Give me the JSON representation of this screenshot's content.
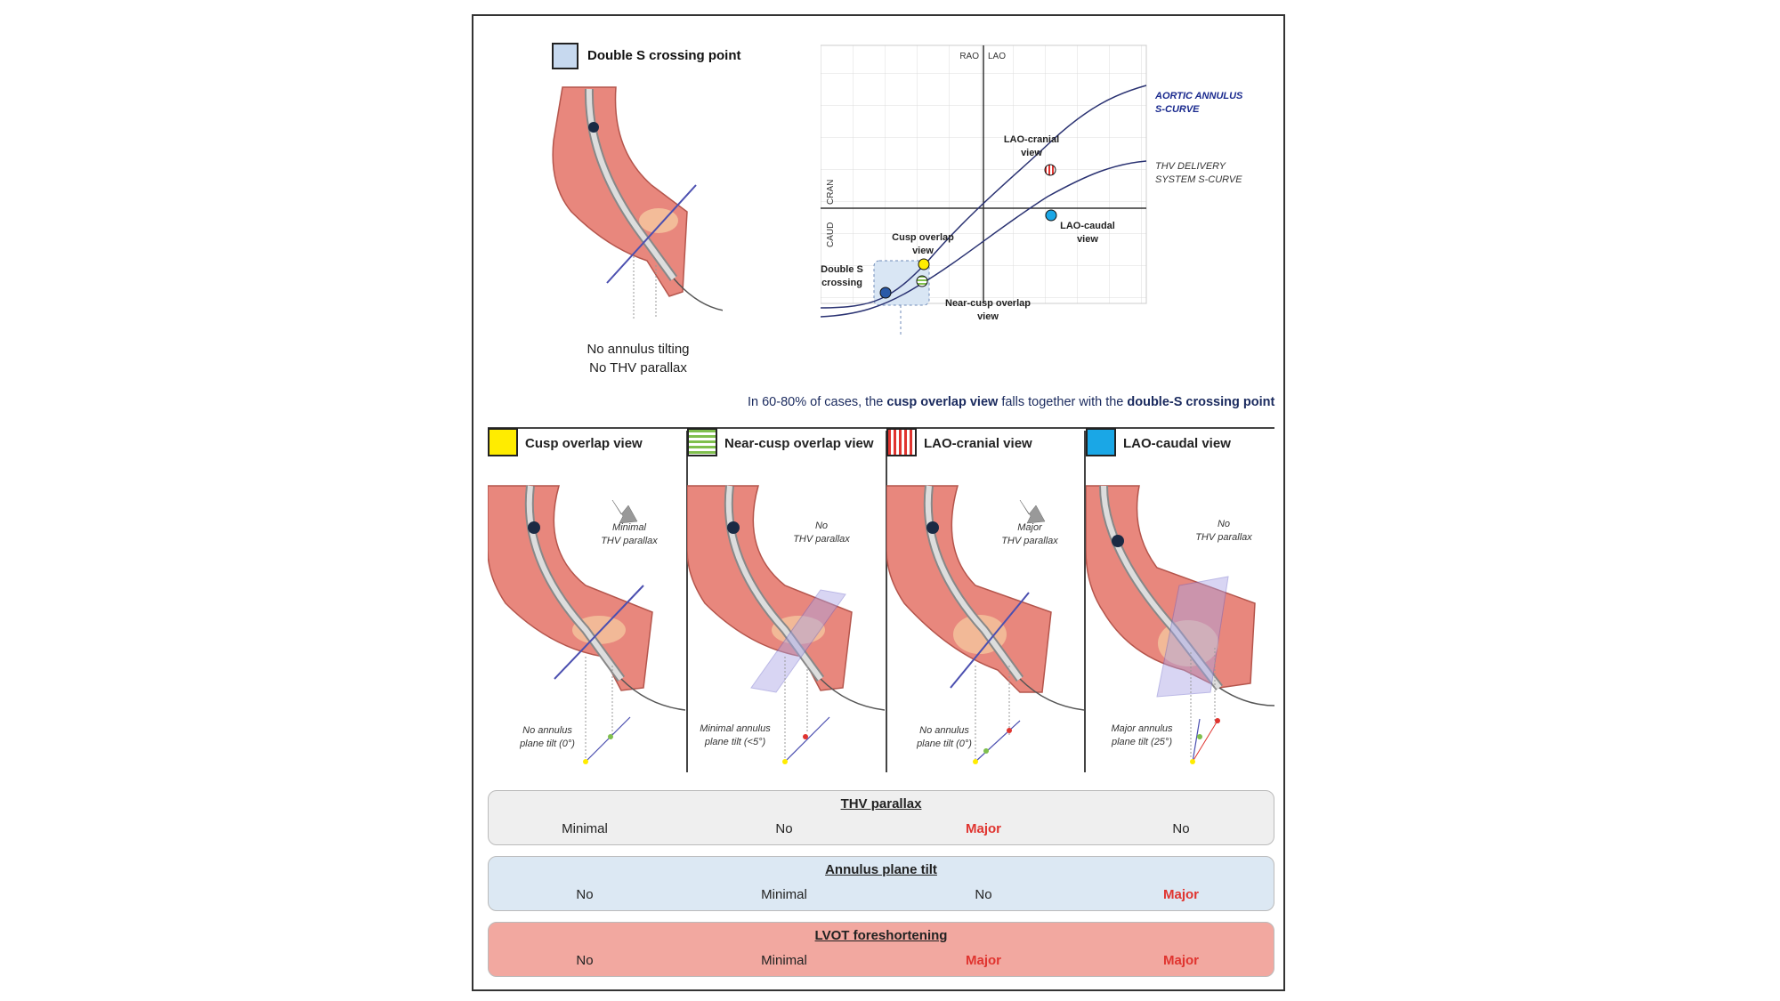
{
  "top_left": {
    "legend_label": "Double S crossing point",
    "caption_lines": [
      "No annulus tilting",
      "No THV parallax"
    ]
  },
  "chart": {
    "axis_top_left": "RAO",
    "axis_top_right": "LAO",
    "axis_left_up": "CRAN",
    "axis_left_down": "CAUD",
    "curve_aortic": [
      "AORTIC ANNULUS",
      "S-CURVE"
    ],
    "curve_thv": [
      "THV DELIVERY",
      "SYSTEM S-CURVE"
    ],
    "points": {
      "lao_cranial": [
        "LAO-cranial",
        "view"
      ],
      "lao_caudal": [
        "LAO-caudal",
        "view"
      ],
      "cusp_overlap": [
        "Cusp overlap",
        "view"
      ],
      "double_s": [
        "Double S",
        "crossing"
      ],
      "near_cusp": [
        "Near-cusp overlap",
        "view"
      ]
    }
  },
  "note": {
    "prefix": "In 60-80% of cases, the ",
    "b1": "cusp overlap view",
    "middle": " falls together with the ",
    "b2": "double-S crossing point"
  },
  "panels": [
    {
      "title": "Cusp overlap view",
      "parallax": [
        "Minimal",
        "THV parallax"
      ],
      "tilt": [
        "No annulus",
        "plane tilt (0°)"
      ]
    },
    {
      "title": "Near-cusp overlap view",
      "parallax": [
        "No",
        "THV parallax"
      ],
      "tilt": [
        "Minimal annulus",
        "plane tilt (<5°)"
      ]
    },
    {
      "title": "LAO-cranial view",
      "parallax": [
        "Major",
        "THV parallax"
      ],
      "tilt": [
        "No annulus",
        "plane tilt (0°)"
      ]
    },
    {
      "title": "LAO-caudal view",
      "parallax": [
        "No",
        "THV parallax"
      ],
      "tilt": [
        "Major annulus",
        "plane tilt (25°)"
      ]
    }
  ],
  "rows": [
    {
      "title": "THV parallax",
      "values": [
        "Minimal",
        "No",
        "Major",
        "No"
      ]
    },
    {
      "title": "Annulus plane tilt",
      "values": [
        "No",
        "Minimal",
        "No",
        "Major"
      ]
    },
    {
      "title": "LVOT foreshortening",
      "values": [
        "No",
        "Minimal",
        "Major",
        "Major"
      ]
    }
  ],
  "colors": {
    "yellow": "#ffec00",
    "blue": "#1aa7e6",
    "green_stripe": "#7fbf4d",
    "red_stripe": "#e0342f",
    "row1_bg": "#efefef",
    "row2_bg": "#dce8f3",
    "row3_bg": "#f2a8a0",
    "major": "#e0342f",
    "navy": "#1a2a5e"
  }
}
